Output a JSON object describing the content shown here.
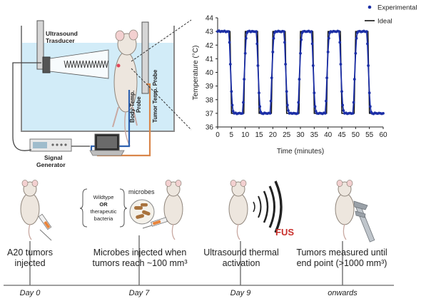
{
  "setup": {
    "transducer_label": [
      "Ultrasound",
      "Trasducer"
    ],
    "body_probe_label": [
      "Body Temp.",
      "Probe"
    ],
    "tumor_probe_label": [
      "Tumor Temp. Probe"
    ],
    "generator_label": [
      "Signal",
      "Generator"
    ]
  },
  "timeline": {
    "steps": [
      {
        "text": [
          "A20 tumors",
          "injected"
        ],
        "day": "Day 0"
      },
      {
        "text": [
          "Microbes injected when",
          "tumors reach ~100 mm³"
        ],
        "day": "Day 7"
      },
      {
        "text": [
          "Ultrasound thermal",
          "activation"
        ],
        "day": "Day 9"
      },
      {
        "text": [
          "Tumors  measured until",
          "end point (>1000 mm³)"
        ],
        "day": "onwards"
      }
    ],
    "microbes_title": "microbes",
    "bacteria_box": [
      "Wildtype",
      "OR",
      "therapeutic",
      "bacteria"
    ],
    "fus_label": "FUS"
  },
  "colors": {
    "water": "#d2ecf8",
    "experimental": "#1c2fa6",
    "ideal": "#111111",
    "body_probe": "#2f62b0",
    "tumor_probe": "#d9864a",
    "fus": "#c9302c"
  },
  "chart_data": {
    "type": "line",
    "title": "",
    "xlabel": "Time (minutes)",
    "ylabel": "Temperature (°C)",
    "xlim": [
      0,
      60
    ],
    "ylim": [
      36,
      44
    ],
    "xticks": [
      0,
      5,
      10,
      15,
      20,
      25,
      30,
      35,
      40,
      45,
      50,
      55,
      60
    ],
    "yticks": [
      36,
      37,
      38,
      39,
      40,
      41,
      42,
      43,
      44
    ],
    "legend_position": "top-right",
    "grid": false,
    "series": [
      {
        "name": "Experimental",
        "style": "points",
        "x": [
          0,
          0.5,
          1,
          1.5,
          2,
          2.5,
          3,
          3.5,
          4,
          4.3,
          4.6,
          5,
          5.3,
          5.6,
          6,
          6.5,
          7,
          7.5,
          8,
          8.5,
          9,
          9.3,
          9.6,
          10,
          10.3,
          10.6,
          11,
          11.5,
          12,
          12.5,
          13,
          13.5,
          14,
          14.3,
          14.6,
          15,
          15.3,
          15.6,
          16,
          16.5,
          17,
          17.5,
          18,
          18.5,
          19,
          19.3,
          19.6,
          20,
          20.3,
          20.6,
          21,
          21.5,
          22,
          22.5,
          23,
          23.5,
          24,
          24.3,
          24.6,
          25,
          25.3,
          25.6,
          26,
          26.5,
          27,
          27.5,
          28,
          28.5,
          29,
          29.3,
          29.6,
          30,
          30.3,
          30.6,
          31,
          31.5,
          32,
          32.5,
          33,
          33.5,
          34,
          34.3,
          34.6,
          35,
          35.3,
          35.6,
          36,
          36.5,
          37,
          37.5,
          38,
          38.5,
          39,
          39.3,
          39.6,
          40,
          40.3,
          40.6,
          41,
          41.5,
          42,
          42.5,
          43,
          43.5,
          44,
          44.3,
          44.6,
          45,
          45.3,
          45.6,
          46,
          46.5,
          47,
          47.5,
          48,
          48.5,
          49,
          49.3,
          49.6,
          50,
          50.3,
          50.6,
          51,
          51.5,
          52,
          52.5,
          53,
          53.5,
          54,
          54.3,
          54.6,
          55,
          55.3,
          55.6,
          56,
          56.5,
          57,
          57.5,
          58,
          58.5,
          59,
          59.5,
          60
        ],
        "y": [
          43,
          43.05,
          42.98,
          43.02,
          43,
          43.04,
          42.97,
          43,
          43,
          42.2,
          40.6,
          38.6,
          37.6,
          37.15,
          37,
          37.03,
          36.96,
          37,
          37.02,
          36.98,
          37,
          37.8,
          39.5,
          41.4,
          42.5,
          42.9,
          43,
          43.03,
          42.97,
          43.02,
          43,
          42.98,
          43,
          42.1,
          40.5,
          38.5,
          37.5,
          37.1,
          37,
          36.97,
          37.03,
          37,
          36.98,
          37.02,
          37,
          37.9,
          39.6,
          41.5,
          42.5,
          42.9,
          43,
          42.98,
          43.03,
          43,
          42.97,
          43.02,
          43,
          42.2,
          40.6,
          38.6,
          37.6,
          37.2,
          37,
          37.02,
          36.98,
          37.01,
          37,
          36.97,
          37,
          37.8,
          39.5,
          41.4,
          42.4,
          42.9,
          43,
          43.02,
          42.98,
          43,
          43.03,
          42.97,
          43,
          42.1,
          40.5,
          38.5,
          37.5,
          37.15,
          37,
          36.98,
          37.02,
          37,
          36.97,
          37.03,
          37,
          37.9,
          39.6,
          41.5,
          42.5,
          42.9,
          43,
          42.97,
          43.02,
          43,
          42.98,
          43.03,
          43,
          42.2,
          40.6,
          38.6,
          37.6,
          37.2,
          37,
          37.03,
          36.97,
          37,
          37.02,
          36.98,
          37,
          37.8,
          39.5,
          41.4,
          42.5,
          42.9,
          43,
          43.02,
          42.97,
          43,
          43.03,
          42.98,
          43,
          42.1,
          40.5,
          38.5,
          37.5,
          37.1,
          37,
          36.96,
          37.03,
          37,
          36.98,
          37.02,
          37,
          36.97,
          37
        ]
      },
      {
        "name": "Ideal",
        "style": "line",
        "x": [
          0,
          4.5,
          5,
          9.5,
          10,
          14.5,
          15,
          19.5,
          20,
          24.5,
          25,
          29.5,
          30,
          34.5,
          35,
          39.5,
          40,
          44.5,
          45,
          49.5,
          50,
          54.5,
          55,
          60
        ],
        "y": [
          43,
          43,
          37,
          37,
          43,
          43,
          37,
          37,
          43,
          43,
          37,
          37,
          43,
          43,
          37,
          37,
          43,
          43,
          37,
          37,
          43,
          43,
          37,
          37
        ]
      }
    ]
  }
}
